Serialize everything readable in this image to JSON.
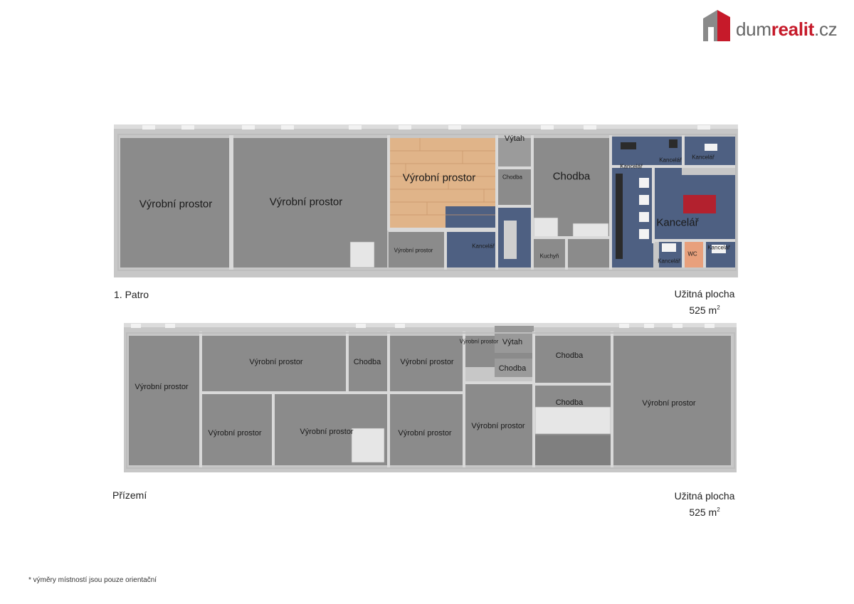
{
  "logo": {
    "part1": "dum",
    "part2": "realit",
    "part3": ".cz"
  },
  "floors": {
    "upper": {
      "name": "1. Patro",
      "area_label": "Užitná plocha",
      "area_value": "525 m",
      "area_exp": "2",
      "rooms": [
        "Výrobní prostor",
        "Výrobní prostor",
        "Výrobní prostor",
        "Výrobní prostor",
        "Kancelář",
        "Výtah",
        "Chodba",
        "Chodba",
        "Kuchyň",
        "Kancelář",
        "Kancelář",
        "Kancelář",
        "Kancelář",
        "Kancelář",
        "WC",
        "Kancelář"
      ]
    },
    "ground": {
      "name": "Přízemí",
      "area_label": "Užitná plocha",
      "area_value": "525 m",
      "area_exp": "2",
      "rooms": [
        "Výrobní prostor",
        "Výrobní prostor",
        "Chodba",
        "Výrobní prostor",
        "Výrobní prostor",
        "Výtah",
        "Chodba",
        "Chodba",
        "Chodba",
        "Výrobní prostor",
        "Výrobní prostor",
        "Výrobní prostor",
        "Výrobní prostor",
        "Výrobní prostor"
      ]
    }
  },
  "footnote": "*  výměry místností jsou pouze orientační",
  "colors": {
    "wall": "#c9c9c9",
    "floor_gray": "#8a8a8a",
    "floor_wood": "#e0b489",
    "floor_blue": "#4e6082",
    "floor_wc": "#e8a07c"
  }
}
